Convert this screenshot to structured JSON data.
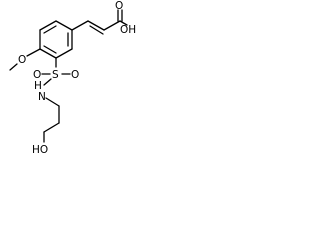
{
  "molecule": {
    "labels": {
      "acid_oh": "OH",
      "acid_o": "O",
      "methoxy_o": "O",
      "sulfonyl_s": "S",
      "sulfonyl_o_left": "O",
      "sulfonyl_o_right": "O",
      "amide_n": "N",
      "amide_h": "H",
      "hydroxyl_o": "HO"
    }
  }
}
